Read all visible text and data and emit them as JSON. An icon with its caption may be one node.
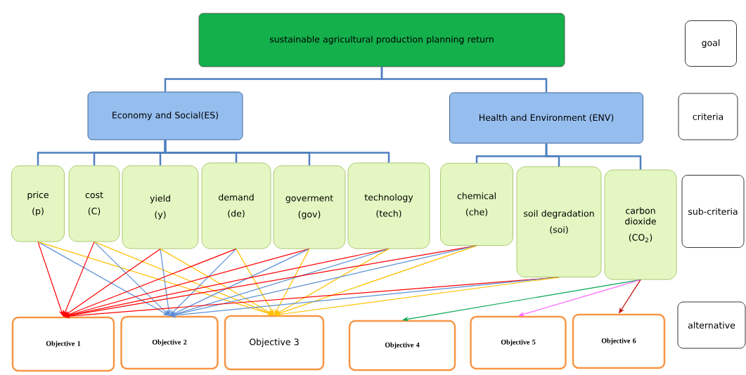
{
  "diagram": {
    "nodes": [
      {
        "text": [
          "sustainable agricultural production planning return"
        ]
      },
      {
        "text": [
          "Economy and Social(ES)"
        ]
      },
      {
        "text": [
          "Health and Environment (ENV)"
        ]
      },
      {
        "text": [
          "price",
          "(p)"
        ]
      },
      {
        "text": [
          "cost",
          "(C)"
        ]
      },
      {
        "text": [
          "yield",
          "(y)"
        ]
      },
      {
        "text": [
          "demand",
          "(de)"
        ]
      },
      {
        "text": [
          "goverment",
          "(gov)"
        ]
      },
      {
        "text": [
          "technology",
          "(tech)"
        ]
      },
      {
        "text": [
          "chemical",
          "(che)"
        ]
      },
      {
        "text": [
          "soil degradation",
          "(soi)"
        ]
      },
      {
        "text": [
          "carbon dioxide",
          "(CO$_{2}$)"
        ]
      },
      {
        "text": [
          "Objective 1"
        ]
      },
      {
        "text": [
          "Objective 2"
        ]
      },
      {
        "text": [
          "Objective 3"
        ]
      },
      {
        "text": [
          "Objective 4"
        ]
      },
      {
        "text": [
          "Objective 5"
        ]
      },
      {
        "text": [
          "Objective 6"
        ]
      },
      {
        "text": [
          "goal"
        ]
      },
      {
        "text": [
          "criteria"
        ]
      },
      {
        "text": [
          "sub-criteria"
        ]
      },
      {
        "text": [
          "alternative"
        ]
      }
    ],
    "edges": [
      {
        "from": 0,
        "to": 1,
        "arrow": "none"
      },
      {
        "from": 0,
        "to": 2,
        "arrow": "none"
      },
      {
        "from": 1,
        "to": 3,
        "arrow": "none"
      },
      {
        "from": 1,
        "to": 4,
        "arrow": "none"
      },
      {
        "from": 1,
        "to": 5,
        "arrow": "none"
      },
      {
        "from": 1,
        "to": 6,
        "arrow": "none"
      },
      {
        "from": 1,
        "to": 7,
        "arrow": "none"
      },
      {
        "from": 1,
        "to": 8,
        "arrow": "none"
      },
      {
        "from": 2,
        "to": 9,
        "arrow": "none"
      },
      {
        "from": 2,
        "to": 10,
        "arrow": "none"
      },
      {
        "from": 2,
        "to": 11,
        "arrow": "none"
      },
      {
        "from": 3,
        "to": 12,
        "arrow": "to",
        "color": "#ff0000"
      },
      {
        "from": 3,
        "to": 13,
        "arrow": "to",
        "color": "#5b8fd6"
      },
      {
        "from": 3,
        "to": 14,
        "arrow": "to",
        "color": "#ffc000"
      },
      {
        "from": 4,
        "to": 12,
        "arrow": "to",
        "color": "#ff0000"
      },
      {
        "from": 4,
        "to": 13,
        "arrow": "to",
        "color": "#5b8fd6"
      },
      {
        "from": 4,
        "to": 14,
        "arrow": "to",
        "color": "#ffc000"
      },
      {
        "from": 5,
        "to": 12,
        "arrow": "to",
        "color": "#ff0000"
      },
      {
        "from": 5,
        "to": 13,
        "arrow": "to",
        "color": "#5b8fd6"
      },
      {
        "from": 5,
        "to": 14,
        "arrow": "to",
        "color": "#ffc000"
      },
      {
        "from": 6,
        "to": 12,
        "arrow": "to",
        "color": "#ff0000"
      },
      {
        "from": 6,
        "to": 13,
        "arrow": "to",
        "color": "#5b8fd6"
      },
      {
        "from": 6,
        "to": 14,
        "arrow": "to",
        "color": "#ffc000"
      },
      {
        "from": 7,
        "to": 12,
        "arrow": "to",
        "color": "#ff0000"
      },
      {
        "from": 7,
        "to": 13,
        "arrow": "to",
        "color": "#5b8fd6"
      },
      {
        "from": 7,
        "to": 14,
        "arrow": "to",
        "color": "#ffc000"
      },
      {
        "from": 8,
        "to": 12,
        "arrow": "to",
        "color": "#ff0000"
      },
      {
        "from": 8,
        "to": 13,
        "arrow": "to",
        "color": "#5b8fd6"
      },
      {
        "from": 8,
        "to": 14,
        "arrow": "to",
        "color": "#ffc000"
      },
      {
        "from": 9,
        "to": 12,
        "arrow": "to",
        "color": "#ff0000"
      },
      {
        "from": 9,
        "to": 13,
        "arrow": "to",
        "color": "#5b8fd6"
      },
      {
        "from": 9,
        "to": 14,
        "arrow": "to",
        "color": "#ffc000"
      },
      {
        "from": 10,
        "to": 12,
        "arrow": "to",
        "color": "#ff0000"
      },
      {
        "from": 10,
        "to": 13,
        "arrow": "to",
        "color": "#5b8fd6"
      },
      {
        "from": 10,
        "to": 14,
        "arrow": "to",
        "color": "#ffc000"
      },
      {
        "from": 11,
        "to": 15,
        "arrow": "to",
        "color": "#00a651"
      },
      {
        "from": 11,
        "to": 16,
        "arrow": "to",
        "color": "#ff66ff"
      },
      {
        "from": 11,
        "to": 17,
        "arrow": "to",
        "color": "#c00000"
      }
    ]
  }
}
